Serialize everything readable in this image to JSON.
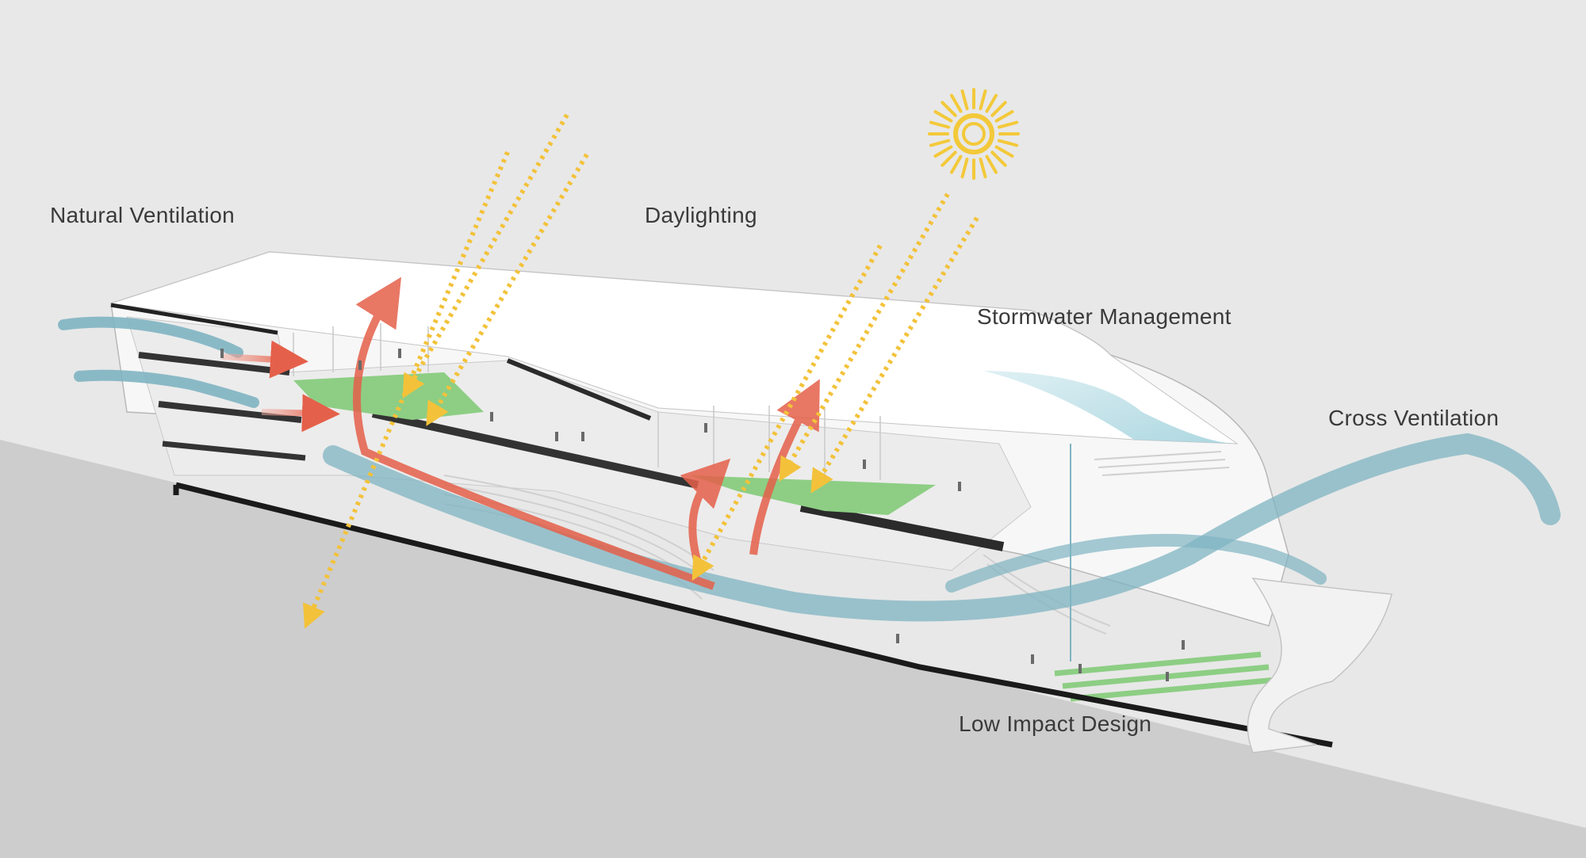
{
  "labels": {
    "natural_ventilation": "Natural Ventilation",
    "daylighting": "Daylighting",
    "stormwater_management": "Stormwater Management",
    "cross_ventilation": "Cross Ventilation",
    "low_impact_design": "Low Impact Design"
  },
  "colors": {
    "background": "#e8e8e8",
    "ground": "#cdcdcd",
    "building": "#f7f7f7",
    "sun": "#f3c93a",
    "daylight_ray": "#f3c23a",
    "warm_air": "#e5604a",
    "cool_air": "#7fb4c2",
    "green_roof": "#8dce84",
    "section_cut": "#1a1a1a"
  },
  "icons": {
    "sun": "sun-icon"
  }
}
